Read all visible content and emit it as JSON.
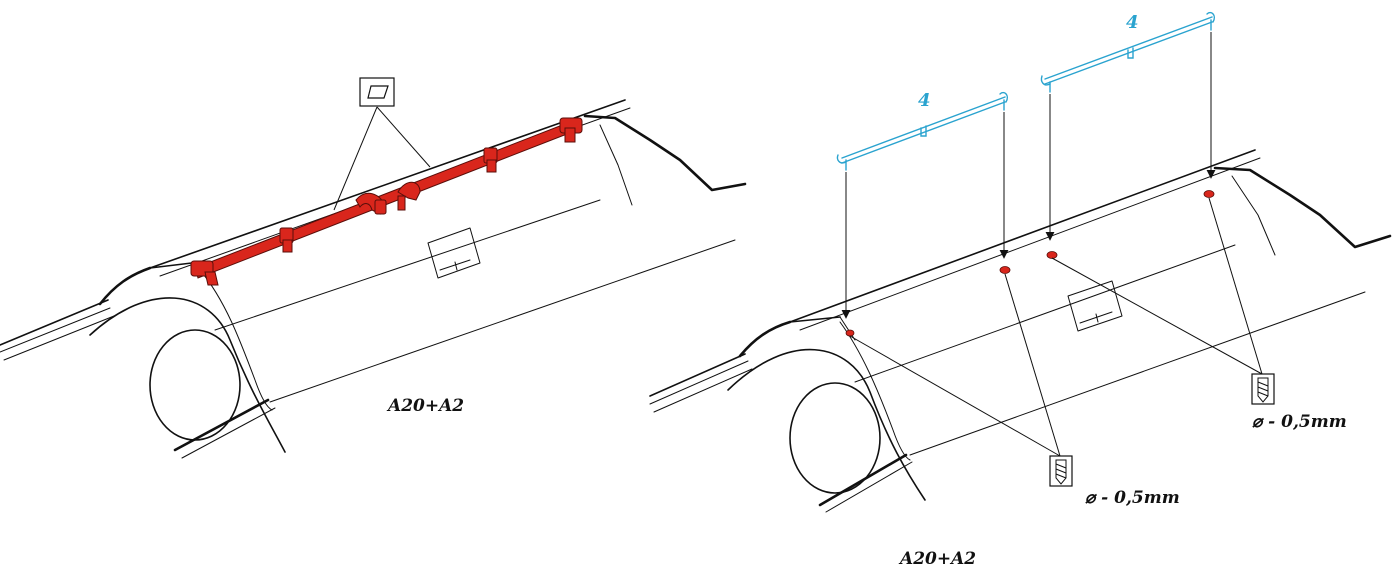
{
  "left_view": {
    "assembly_label": "A20+A2",
    "glue_icon": "glue-surface-icon",
    "part_color": "#d9261c"
  },
  "right_view": {
    "assembly_label": "A20+A2",
    "part_number_front": "4",
    "part_number_rear": "4",
    "part_color": "#2aa3cf",
    "hole_color": "#d9261c",
    "drill_icon": "drill-bit-icon",
    "drill_size_front": "⌀ - 0,5mm",
    "drill_size_rear": "⌀ - 0,5mm"
  }
}
